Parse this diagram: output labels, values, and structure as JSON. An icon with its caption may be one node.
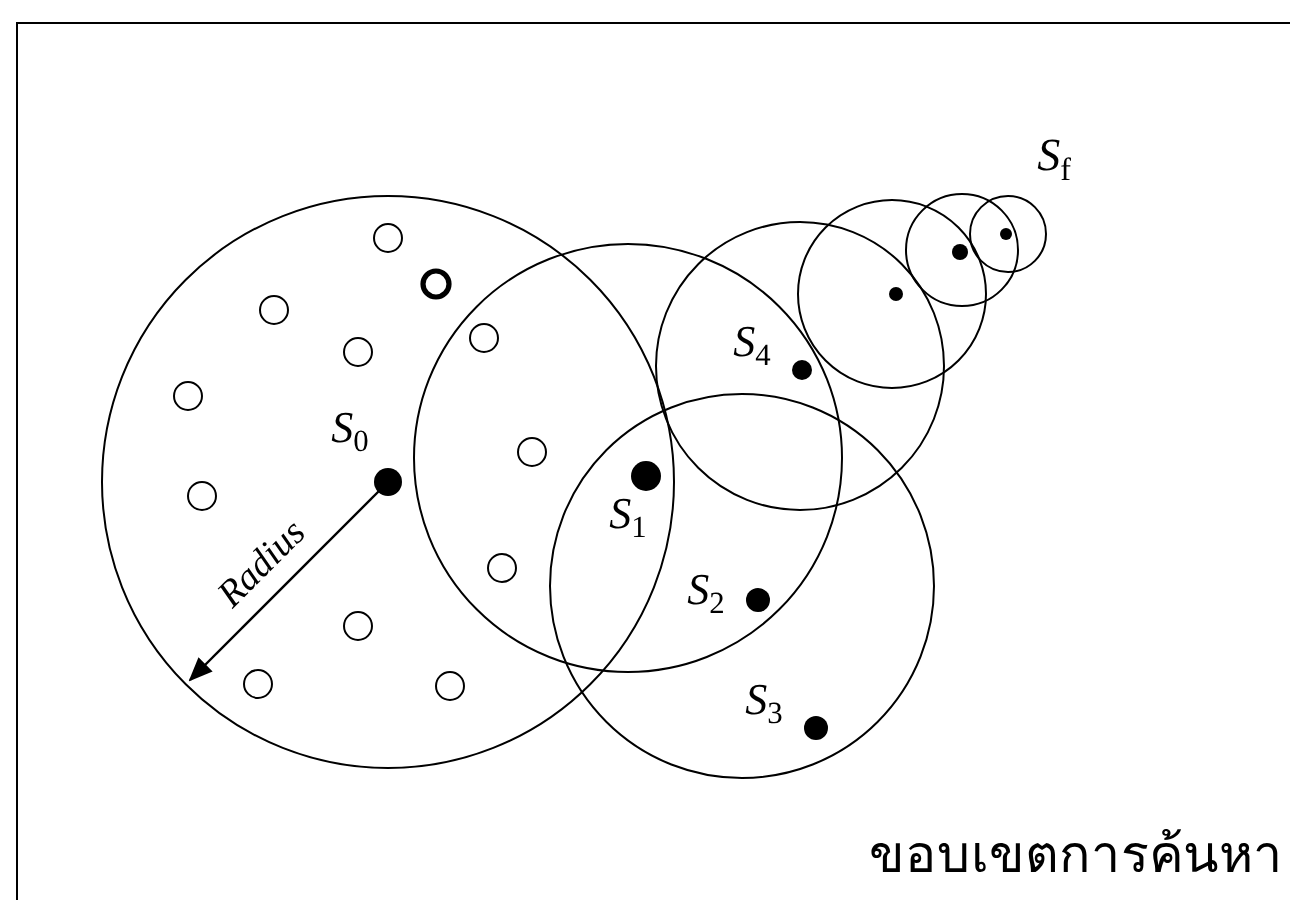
{
  "diagram": {
    "labels": [
      "*S*$_{f}$",
      "*S*$_{4}$",
      "*S*$_{0}$",
      "*S*$_{1}$",
      "*S*$_{2}$",
      "*S*$_{3}$",
      "Radius",
      "ขอบเขตการค้นหา"
    ]
  }
}
